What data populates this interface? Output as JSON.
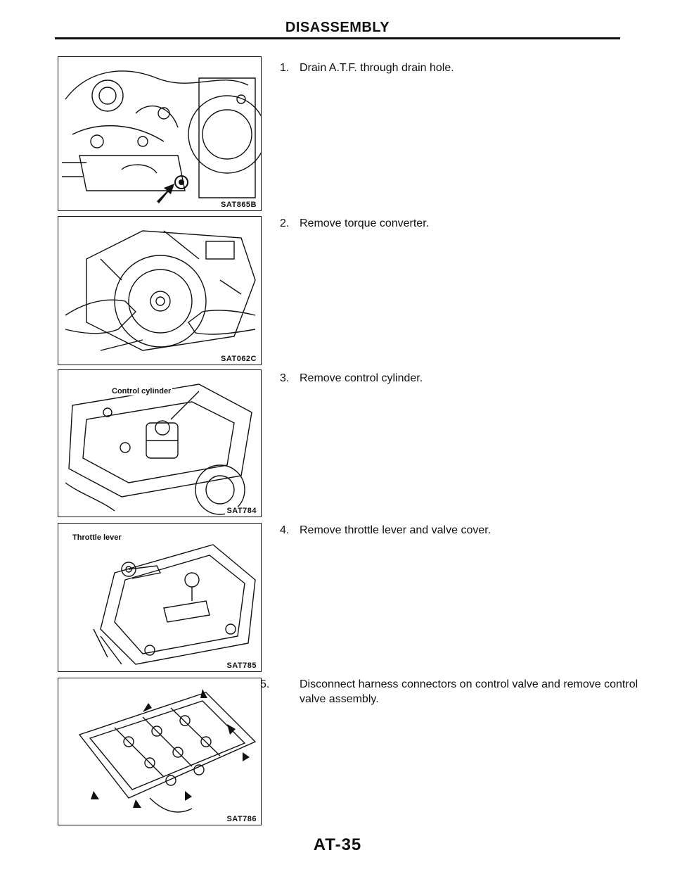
{
  "header": {
    "title": "DISASSEMBLY"
  },
  "figures": [
    {
      "code": "SAT865B"
    },
    {
      "code": "SAT062C"
    },
    {
      "code": "SAT784",
      "callout": "Control cylinder"
    },
    {
      "code": "SAT785",
      "callout": "Throttle lever"
    },
    {
      "code": "SAT786"
    }
  ],
  "steps": [
    {
      "number": "1.",
      "text": "Drain A.T.F. through drain hole."
    },
    {
      "number": "2.",
      "text": "Remove torque converter."
    },
    {
      "number": "3.",
      "text": "Remove control cylinder."
    },
    {
      "number": "4.",
      "text": "Remove throttle lever and valve cover."
    },
    {
      "number": "5.",
      "text": "Disconnect harness connectors on control valve and remove control valve assembly."
    }
  ],
  "footer": {
    "page_number": "AT-35"
  }
}
